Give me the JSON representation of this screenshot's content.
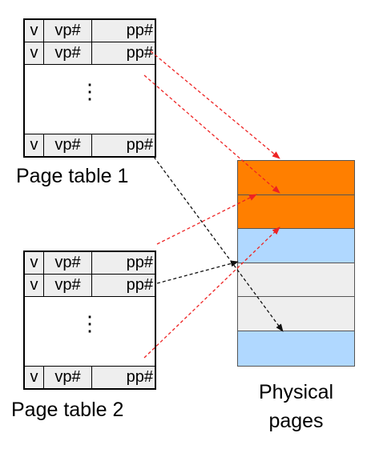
{
  "page_table_1": {
    "caption": "Page table 1",
    "rows": [
      {
        "v": "v",
        "vp": "vp#",
        "pp": "pp#"
      },
      {
        "v": "v",
        "vp": "vp#",
        "pp": "pp#"
      },
      {
        "v": "v",
        "vp": "vp#",
        "pp": "pp#"
      }
    ],
    "ellipsis": "⋮"
  },
  "page_table_2": {
    "caption": "Page table 2",
    "rows": [
      {
        "v": "v",
        "vp": "vp#",
        "pp": "pp#"
      },
      {
        "v": "v",
        "vp": "vp#",
        "pp": "pp#"
      },
      {
        "v": "v",
        "vp": "vp#",
        "pp": "pp#"
      }
    ],
    "ellipsis": "⋮"
  },
  "physical_pages": {
    "caption_line1": "Physical",
    "caption_line2": "pages",
    "page_colors": [
      "#ff7f00",
      "#ff7f00",
      "#b0d8ff",
      "#eeeeee",
      "#eeeeee",
      "#b0d8ff"
    ]
  },
  "colors": {
    "red_arrow": "#ee2222",
    "black_arrow": "#111111",
    "row_fill": "#eeeeee"
  }
}
